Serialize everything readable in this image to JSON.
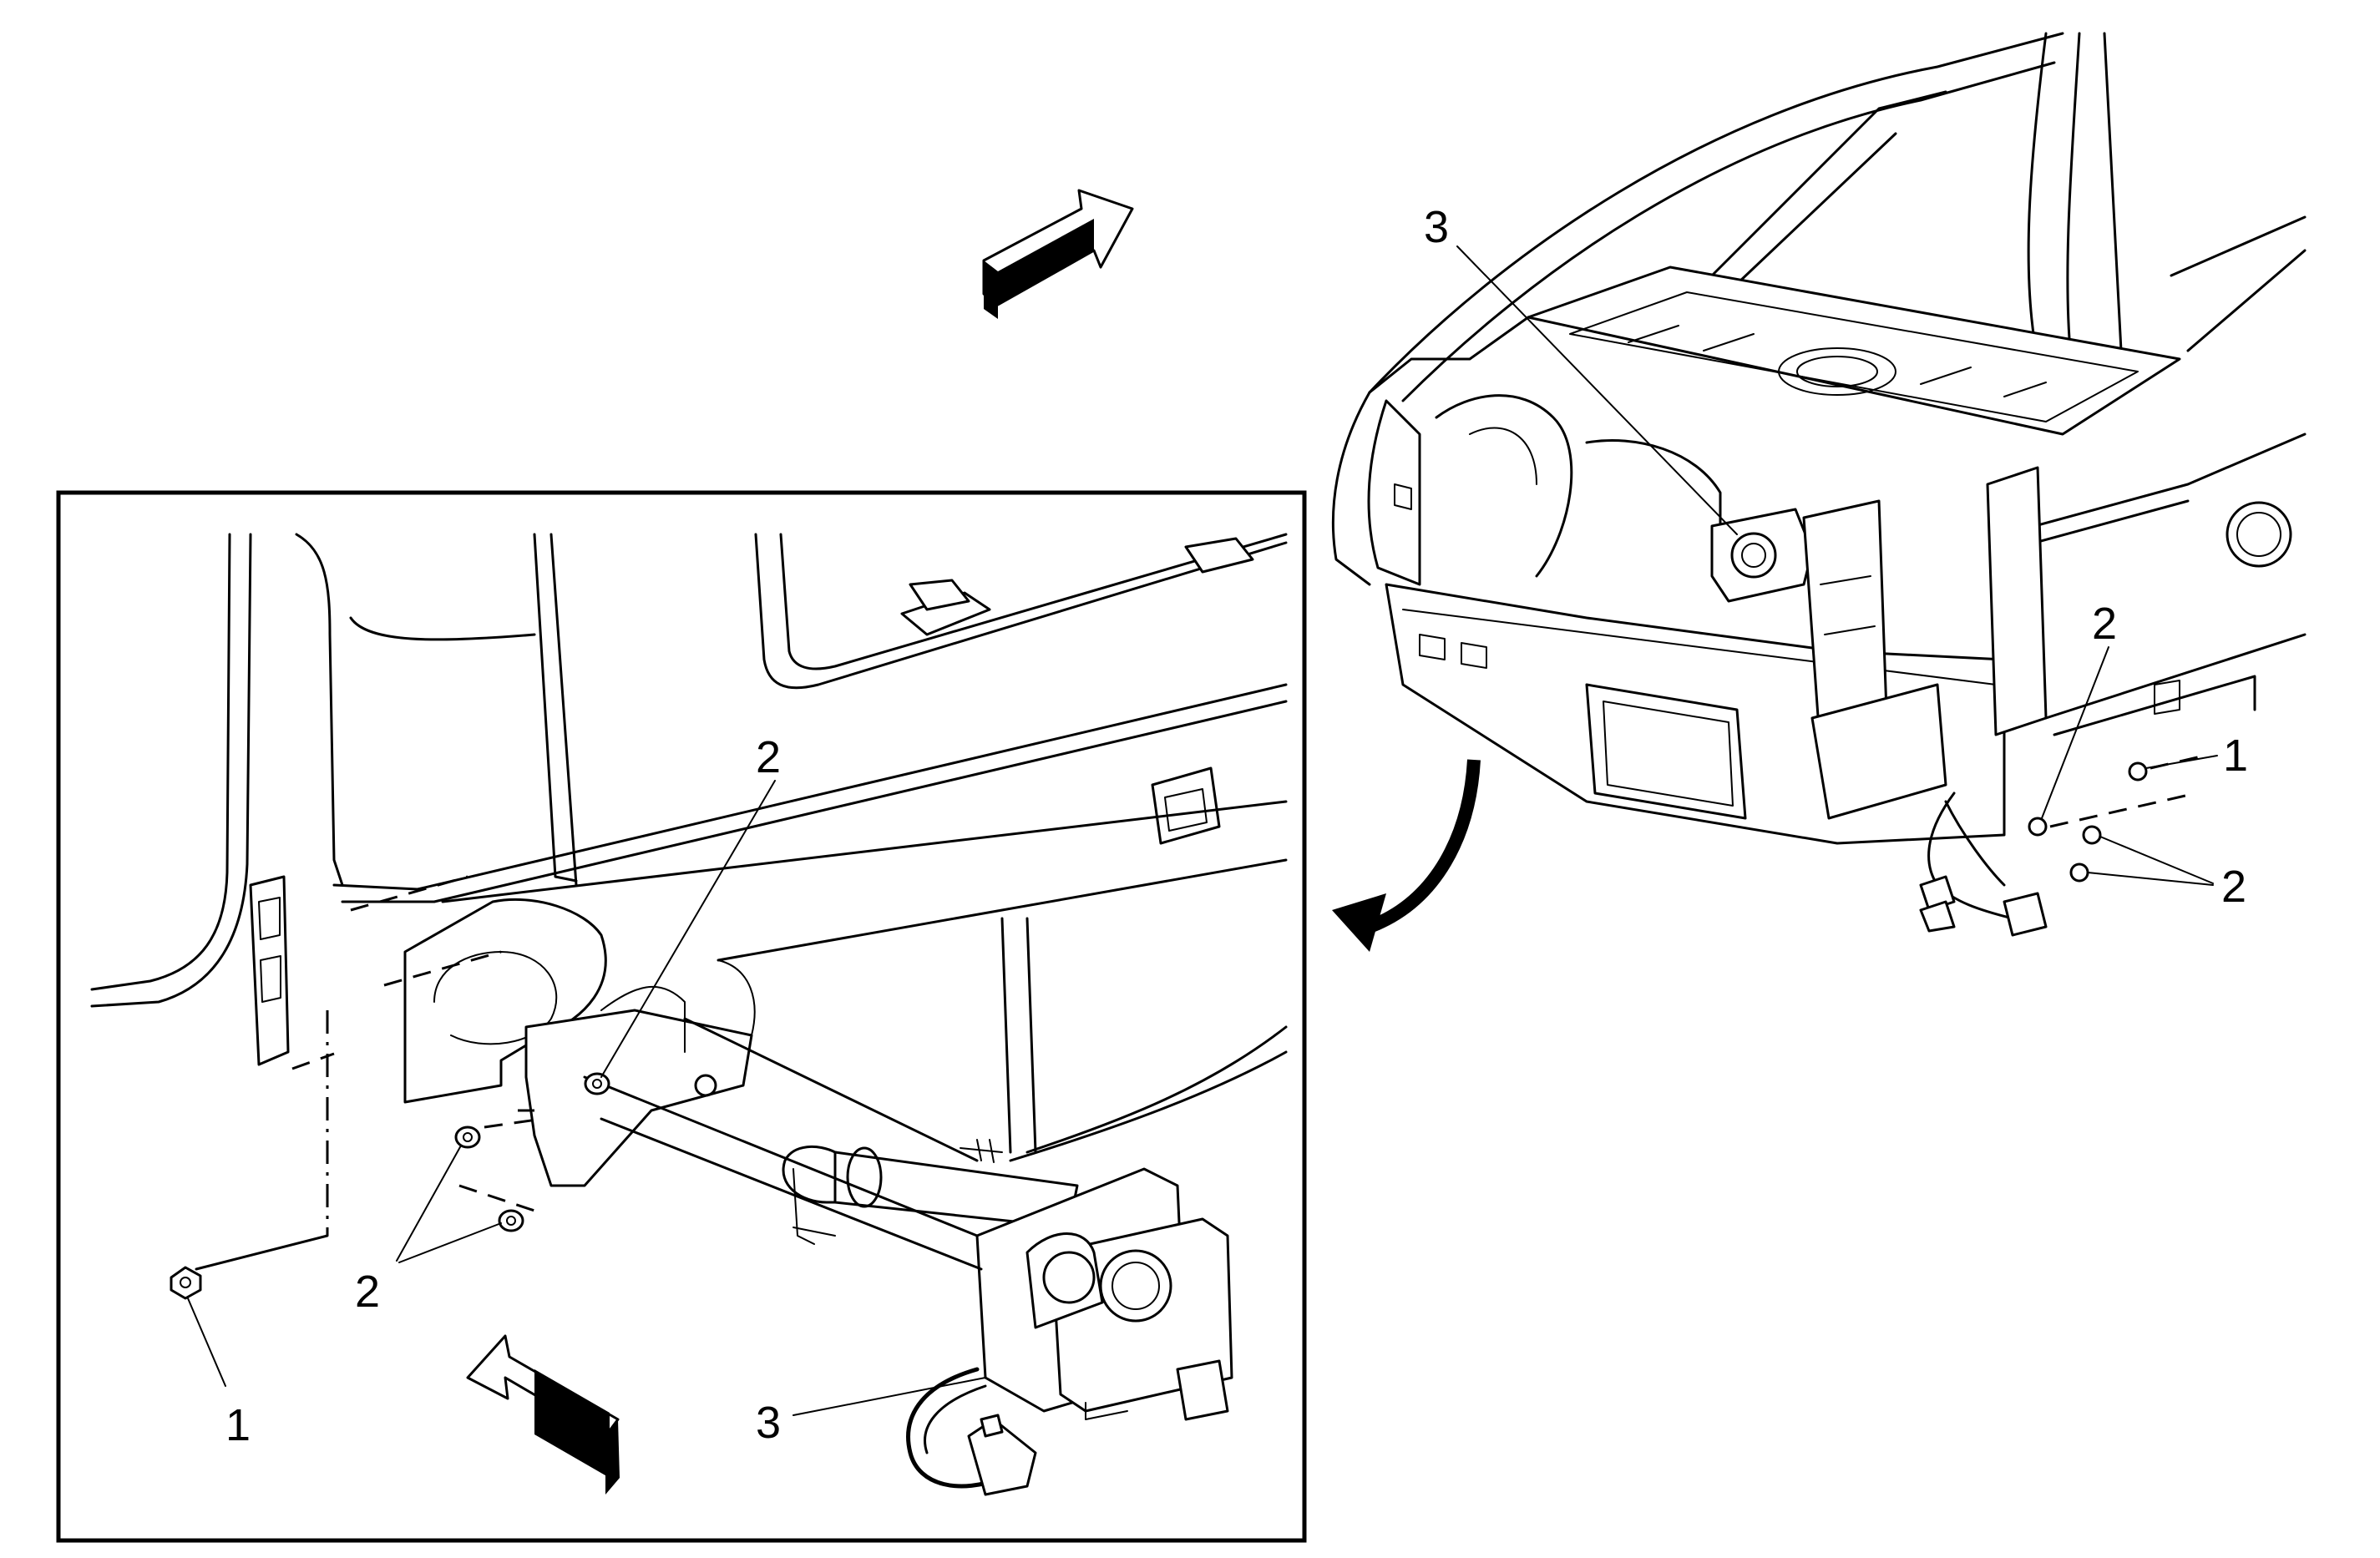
{
  "callouts": {
    "overview": {
      "label_3": "3",
      "label_2_upper": "2",
      "label_1": "1",
      "label_2_lower": "2"
    },
    "detail": {
      "label_2_upper": "2",
      "label_2_lower": "2",
      "label_1": "1",
      "label_3": "3"
    }
  },
  "icons": {
    "direction_arrow_overview": "forward-arrow-icon",
    "direction_arrow_detail": "forward-arrow-icon",
    "zoom_arrow": "curved-arrow-icon"
  },
  "colors": {
    "line": "#000000",
    "background": "#ffffff"
  }
}
